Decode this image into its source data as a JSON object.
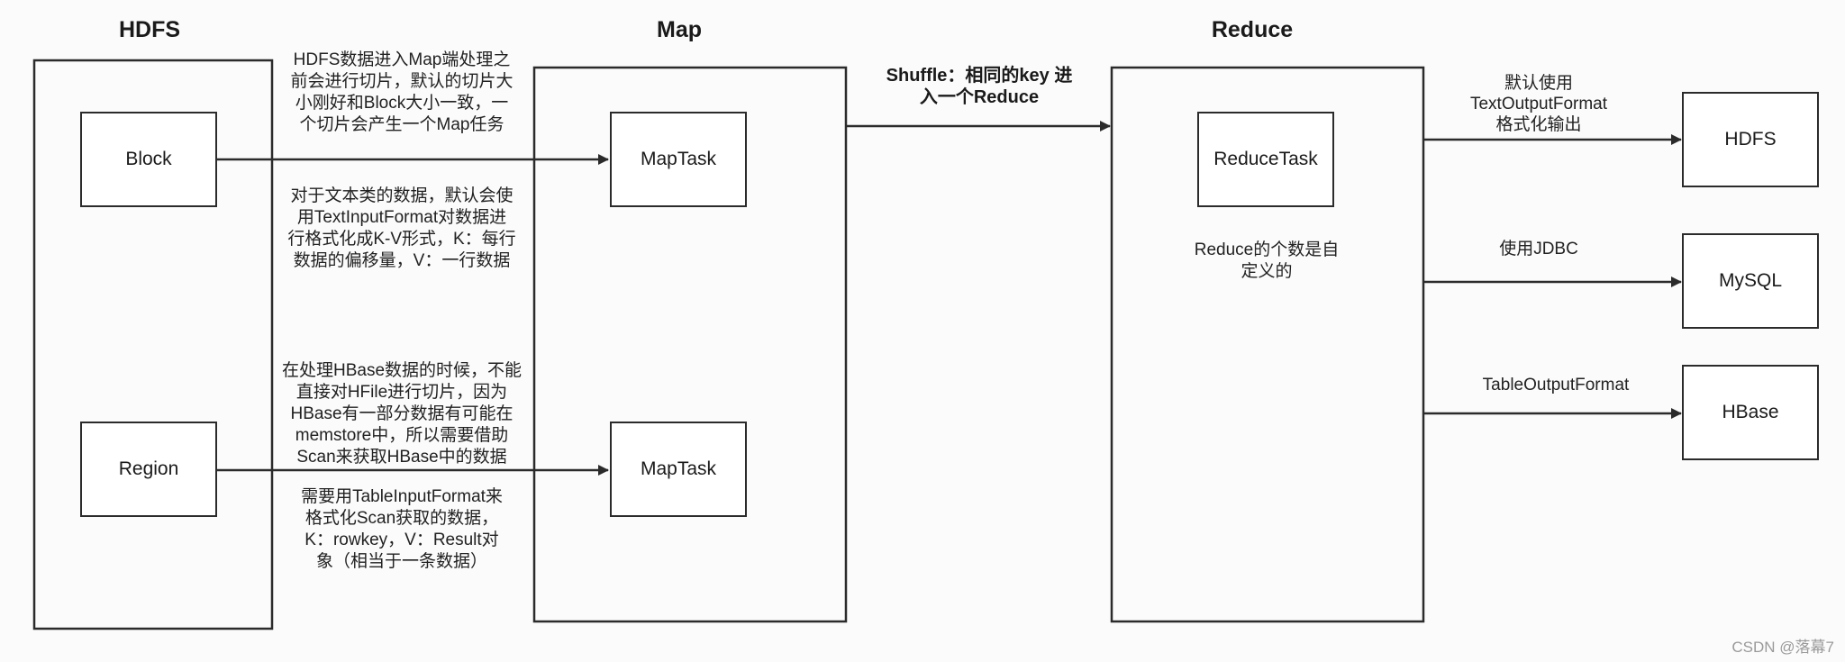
{
  "titles": {
    "hdfs": "HDFS",
    "map": "Map",
    "reduce": "Reduce"
  },
  "boxes": {
    "block": "Block",
    "region": "Region",
    "map_task_1": "MapTask",
    "map_task_2": "MapTask",
    "reduce_task": "ReduceTask",
    "out_hdfs": "HDFS",
    "out_mysql": "MySQL",
    "out_hbase": "HBase"
  },
  "notes": {
    "split_line1": "HDFS数据进入Map端处理之",
    "split_line2": "前会进行切片，默认的切片大",
    "split_line3": "小刚好和Block大小一致，一",
    "split_line4": "个切片会产生一个Map任务",
    "text_line1": "对于文本类的数据，默认会使",
    "text_line2": "用TextInputFormat对数据进",
    "text_line3": "行格式化成K-V形式，K：每行",
    "text_line4": "数据的偏移量，V：一行数据",
    "hbase_line1": "在处理HBase数据的时候，不能",
    "hbase_line2": "直接对HFile进行切片，因为",
    "hbase_line3": "HBase有一部分数据有可能在",
    "hbase_line4": "memstore中，所以需要借助",
    "hbase_line5": "Scan来获取HBase中的数据",
    "table_line1": "需要用TableInputFormat来",
    "table_line2": "格式化Scan获取的数据，",
    "table_line3": "K：rowkey，V：Result对",
    "table_line4": "象（相当于一条数据）",
    "reduce_line1": "Reduce的个数是自",
    "reduce_line2": "定义的"
  },
  "shuffle": {
    "line1": "Shuffle：相同的key 进",
    "line2": "入一个Reduce"
  },
  "edge_labels": {
    "hdfs_line1": "默认使用",
    "hdfs_line2": "TextOutputFormat",
    "hdfs_line3": "格式化输出",
    "mysql": "使用JDBC",
    "hbase": "TableOutputFormat"
  },
  "watermark": "CSDN @落幕7",
  "colors": {
    "stroke": "#2b2b2b",
    "background": "#fbfbfb"
  }
}
